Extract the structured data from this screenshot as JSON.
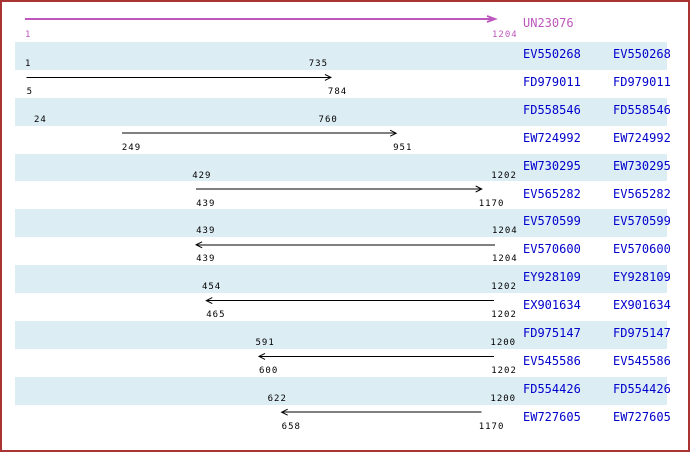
{
  "reference": {
    "name": "UN23076",
    "start": 1,
    "end": 1204,
    "direction": "right"
  },
  "axis": {
    "min": 1,
    "max": 1204
  },
  "rows": [
    {
      "label": "EV550268",
      "start": 1,
      "end": 735,
      "direction": "right"
    },
    {
      "label": "FD979011",
      "start": 5,
      "end": 784,
      "direction": "right"
    },
    {
      "label": "FD558546",
      "start": 24,
      "end": 760,
      "direction": "right"
    },
    {
      "label": "EW724992",
      "start": 249,
      "end": 951,
      "direction": "right"
    },
    {
      "label": "EW730295",
      "start": 429,
      "end": 1202,
      "direction": "left"
    },
    {
      "label": "EV565282",
      "start": 439,
      "end": 1170,
      "direction": "right"
    },
    {
      "label": "EV570599",
      "start": 439,
      "end": 1204,
      "direction": "left"
    },
    {
      "label": "EV570600",
      "start": 439,
      "end": 1204,
      "direction": "left"
    },
    {
      "label": "EY928109",
      "start": 454,
      "end": 1202,
      "direction": "left"
    },
    {
      "label": "EX901634",
      "start": 465,
      "end": 1202,
      "direction": "left"
    },
    {
      "label": "FD975147",
      "start": 591,
      "end": 1200,
      "direction": "left"
    },
    {
      "label": "EV545586",
      "start": 600,
      "end": 1202,
      "direction": "left"
    },
    {
      "label": "FD554426",
      "start": 622,
      "end": 1200,
      "direction": "left"
    },
    {
      "label": "EW727605",
      "start": 658,
      "end": 1170,
      "direction": "left"
    }
  ],
  "colors": {
    "reference": "#bd57bd",
    "alignment_arrow": "#000000",
    "accession_text": "#0000cd",
    "band": "#ddedf4",
    "border": "#aa3333",
    "background": "#ffffff"
  }
}
